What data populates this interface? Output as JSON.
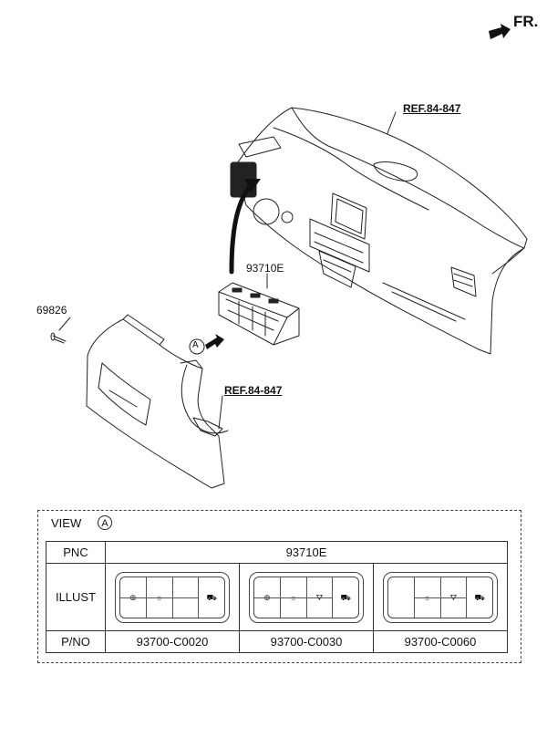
{
  "header": {
    "direction_label": "FR."
  },
  "callouts": {
    "ref_top": "REF.84-847",
    "part_switch": "93710E",
    "part_screw": "69826",
    "view_marker": "A",
    "ref_bottom": "REF.84-847"
  },
  "view": {
    "title": "VIEW",
    "marker": "A",
    "table": {
      "row_labels": {
        "pnc": "PNC",
        "illust": "ILLUST",
        "pno": "P/NO"
      },
      "pnc_value": "93710E",
      "part_numbers": [
        "93700-C0020",
        "93700-C0030",
        "93700-C0060"
      ]
    }
  }
}
